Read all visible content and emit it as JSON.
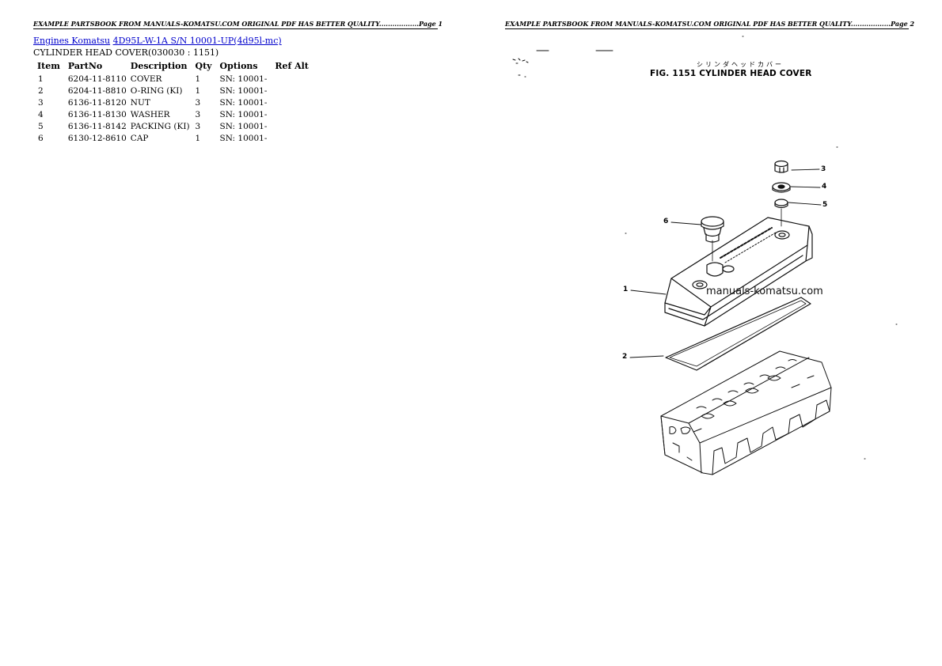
{
  "header": {
    "page1": "EXAMPLE PARTSBOOK FROM MANUALS-KOMATSU.COM ORIGINAL PDF HAS BETTER QUALITY..................Page 1",
    "page2": "EXAMPLE PARTSBOOK FROM MANUALS-KOMATSU.COM ORIGINAL PDF HAS BETTER QUALITY..................Page 2"
  },
  "breadcrumb": {
    "link1": "Engines Komatsu",
    "link2": "4D95L-W-1A S/N 10001-UP(4d95l-mc)"
  },
  "subtitle": "CYLINDER HEAD COVER(030030 : 1151)",
  "table": {
    "headers": [
      "Item",
      "PartNo",
      "Description",
      "Qty",
      "Options",
      "Ref Alt"
    ],
    "rows": [
      [
        "1",
        "6204-11-8110",
        "COVER",
        "1",
        "SN: 10001-",
        ""
      ],
      [
        "2",
        "6204-11-8810",
        "O-RING (KI)",
        "1",
        "SN: 10001-",
        ""
      ],
      [
        "3",
        "6136-11-8120",
        "NUT",
        "3",
        "SN: 10001-",
        ""
      ],
      [
        "4",
        "6136-11-8130",
        "WASHER",
        "3",
        "SN: 10001-",
        ""
      ],
      [
        "5",
        "6136-11-8142",
        "PACKING (KI)",
        "3",
        "SN: 10001-",
        ""
      ],
      [
        "6",
        "6130-12-8610",
        "CAP",
        "1",
        "SN: 10001-",
        ""
      ]
    ]
  },
  "figure": {
    "title": "FIG. 1151   CYLINDER HEAD COVER",
    "japanese": "シリンダヘッドカバー",
    "watermark": "manuals-komatsu.com",
    "callouts": [
      "1",
      "2",
      "3",
      "4",
      "5",
      "6"
    ]
  }
}
